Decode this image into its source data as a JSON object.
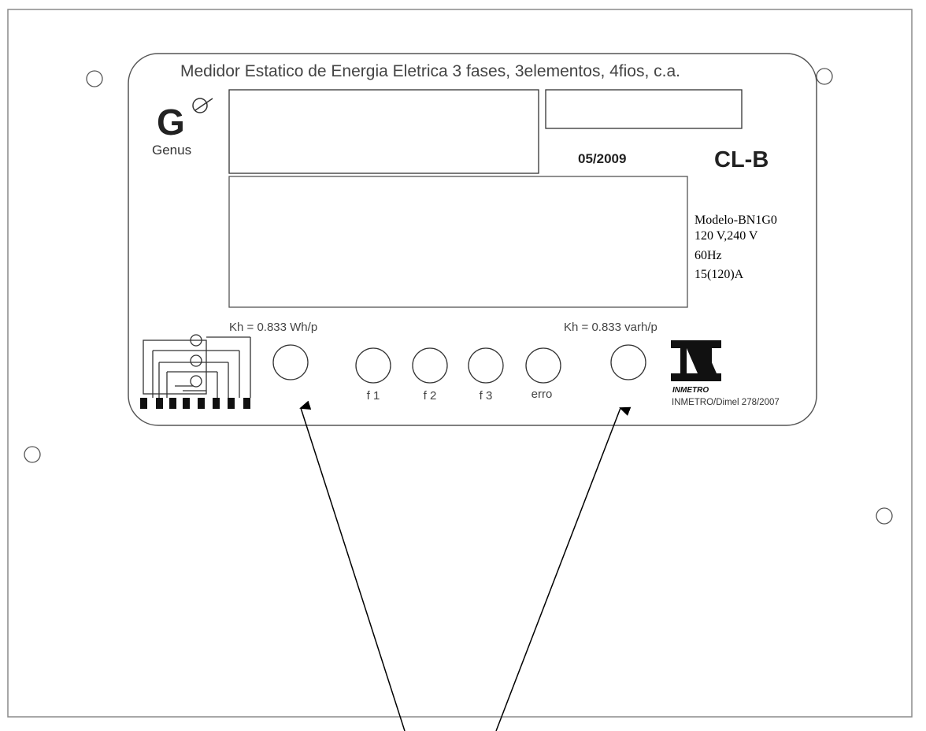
{
  "nameplate": {
    "title": "Medidor Estatico de Energia Eletrica 3 fases, 3elementos, 4fios, c.a.",
    "date": "05/2009",
    "class": "CL-B",
    "brand": {
      "name": "Genus",
      "logo_text": "G"
    },
    "specs": [
      "Modelo-BN1G0",
      "120 V,240 V",
      "60Hz",
      "15(120)A"
    ],
    "kh_active": "Kh = 0.833 Wh/p",
    "kh_reactive": "Kh = 0.833 varh/p",
    "indicators": [
      {
        "label": "f 1"
      },
      {
        "label": "f 2"
      },
      {
        "label": "f 3"
      },
      {
        "label": "erro"
      }
    ],
    "inmetro": {
      "logo_text": "INMETRO",
      "approval": "INMETRO/Dimel 278/2007"
    }
  },
  "colors": {
    "line": "#000000",
    "frame": "#8a8a8a",
    "background": "#ffffff"
  }
}
